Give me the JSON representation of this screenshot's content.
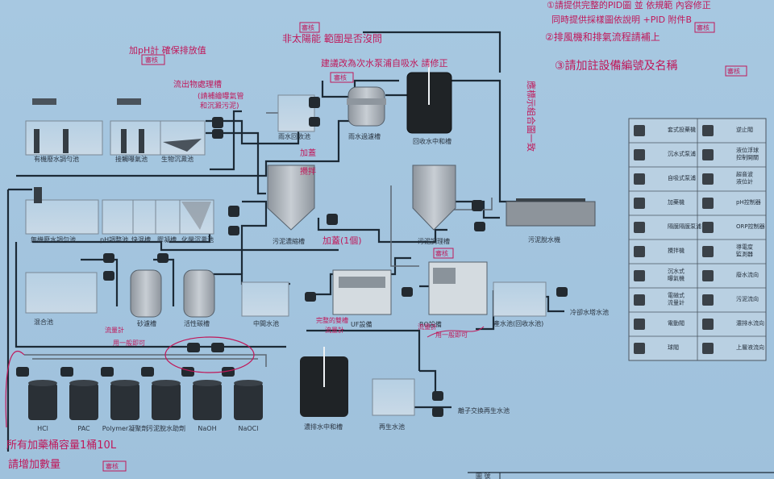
{
  "units": {
    "u1": "有機廢水調勻池",
    "u2": "接觸曝氣池",
    "u3": "生物沉澱池",
    "u4": "雨水回收池",
    "u5": "雨水過濾槽",
    "u6": "回收水中和槽",
    "u7": "無機廢水調勻池",
    "u8": "pH調整池",
    "u9": "快混槽",
    "u10": "膠凝槽",
    "u11": "化學沉澱池",
    "u12": "污泥濃縮槽",
    "u13": "污泥調理槽",
    "u14": "污泥脫水機",
    "u15": "混合池",
    "u16": "砂濾槽",
    "u17": "活性碳槽",
    "u18": "中間水池",
    "u19": "UF設備",
    "u20": "RO設備",
    "u21": "產水池(回收水池)",
    "u22": "冷卻水塔水池",
    "u23": "濃排水中和槽",
    "u24": "再生水池",
    "u25": "離子交換再生水池"
  },
  "chemicals": [
    "HCl",
    "PAC",
    "Polymer凝聚劑",
    "污泥脫水助劑",
    "NaOH",
    "NaOCl"
  ],
  "legend": [
    [
      "套式投藥機",
      "逆止閥"
    ],
    [
      "沉水式泵浦",
      "液位浮球\n控制開關"
    ],
    [
      "自吸式泵浦",
      "超音波\n液位計"
    ],
    [
      "加藥機",
      "pH控制器"
    ],
    [
      "隔膜隔膜泵浦",
      "ORP控制器"
    ],
    [
      "攪拌機",
      "導電度\n監測器"
    ],
    [
      "沉水式\n曝氣機",
      "廢水流向"
    ],
    [
      "電磁式\n流量計",
      "污泥流向"
    ],
    [
      "電動閥",
      "濃排水流向"
    ],
    [
      "球閥",
      "上層液流向"
    ]
  ],
  "notes": {
    "n1": "①請提供完整的PID圖 並 依規範 內容修正",
    "n2": "同時提供採樣圖依說明 +PID 附件B",
    "n3": "②排風機和排氣流程請補上",
    "n4": "③請加註設備編號及名稱",
    "n5": "加pH計 確保排放值",
    "n6": "流出物處理槽",
    "n7": "(請補繪曝氣管",
    "n8": "和沉澱污泥)",
    "n9": "非太陽能 範圍是否沒問",
    "n10": "建議改為次水泵浦自吸水 請修正",
    "n11": "應標示組合圖一致",
    "n12": "加蓋",
    "n13": "攪拌",
    "n14": "加蓋(1個)",
    "n15": "流量計",
    "n16": "用一般即可",
    "n17": "完整的雙槽",
    "n18": "所有加藥桶容量1桶10L",
    "n19": "請增加數量",
    "n20": "用一般即可",
    "n21": "流量計",
    "n22": "流量計"
  },
  "stamp": "審核",
  "title_block": "圖 號"
}
